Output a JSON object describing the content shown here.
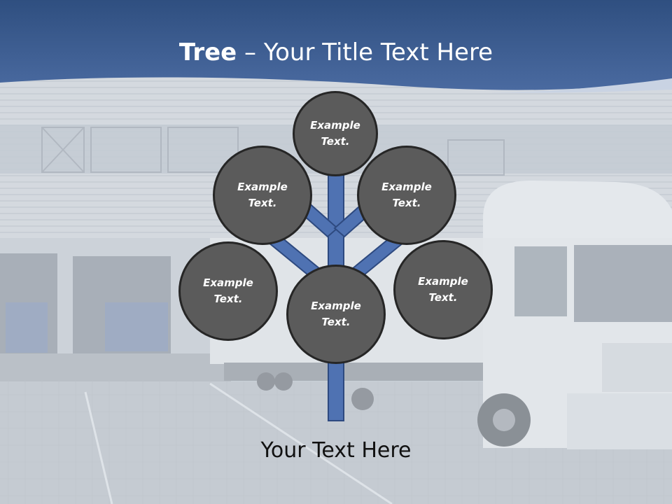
{
  "title": {
    "strong": "Tree",
    "rest": " – Your Title Text Here"
  },
  "nodes": [
    {
      "id": "top",
      "text": "Example\nText."
    },
    {
      "id": "upper-left",
      "text": "Example\nText."
    },
    {
      "id": "upper-right",
      "text": "Example\nText."
    },
    {
      "id": "lower-left",
      "text": "Example\nText."
    },
    {
      "id": "center",
      "text": "Example\nText."
    },
    {
      "id": "lower-right",
      "text": "Example\nText."
    }
  ],
  "footer": "Your Text Here",
  "colors": {
    "header_blue": "#3f6192",
    "branch_blue": "#4f72b2",
    "node_fill": "#5b5b5b",
    "node_border": "#262626"
  }
}
